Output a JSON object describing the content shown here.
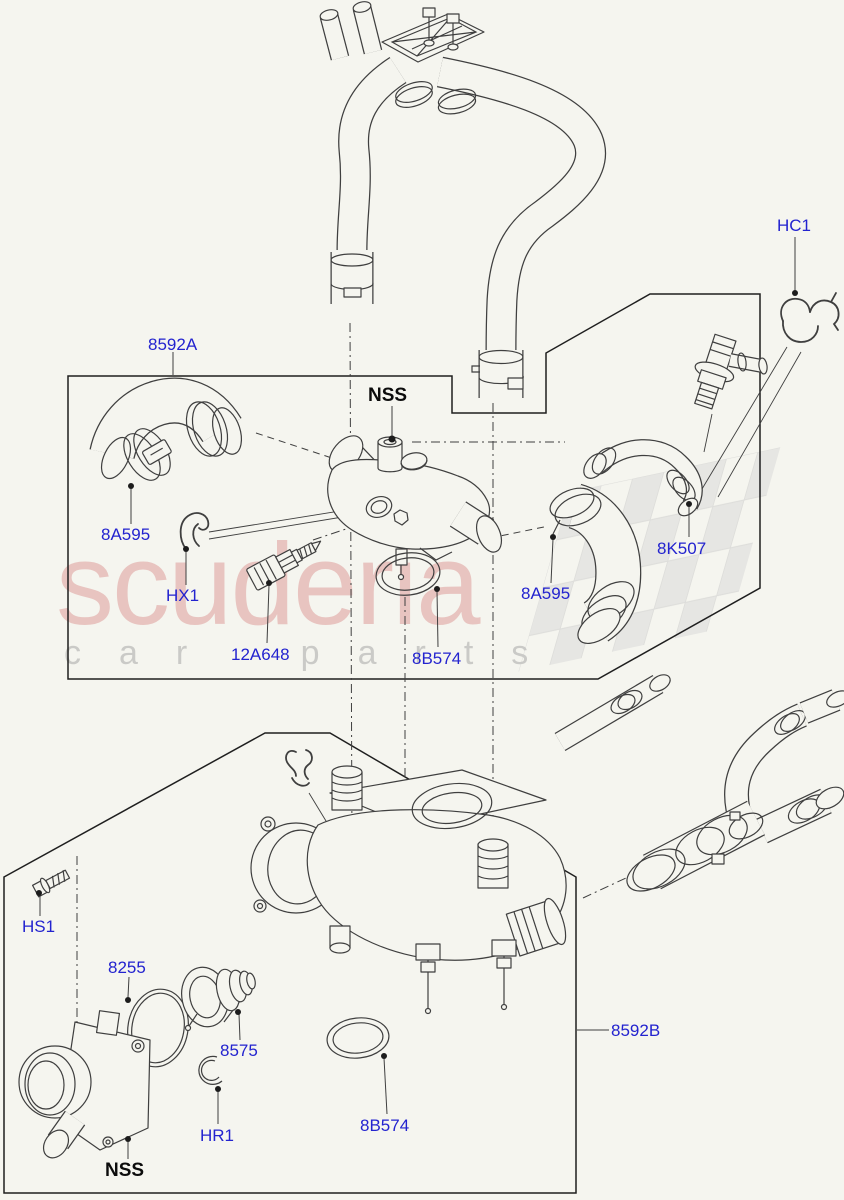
{
  "page": {
    "type": "parts-diagram",
    "background": "#f5f5ef",
    "accent_blue": "#2323cf",
    "label_black": "#0c0c0c",
    "line_color": "#3f3f3f",
    "watermark_pink": "#ce6060",
    "watermark_gray": "#969696"
  },
  "watermark": {
    "line1": "scuderia",
    "line2": "car parts"
  },
  "callouts": {
    "box_a": "8592A",
    "nss_top": "NSS",
    "hc1": "HC1",
    "a8595_left": "8A595",
    "hx1": "HX1",
    "s12a648": "12A648",
    "b8574_top": "8B574",
    "a8595_right": "8A595",
    "k8507": "8K507",
    "hs1": "HS1",
    "g8255": "8255",
    "t8575": "8575",
    "hr1": "HR1",
    "b8574_bottom": "8B574",
    "nss_bottom": "NSS",
    "box_b": "8592B"
  }
}
